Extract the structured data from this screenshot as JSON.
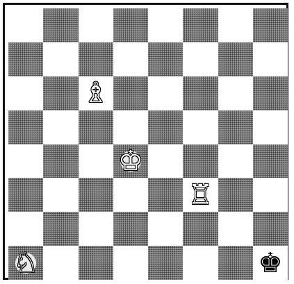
{
  "board": {
    "size": 8,
    "colors": {
      "light_square": "#ffffff",
      "dark_square": "#6f6f6f",
      "border": "#111111"
    },
    "pieces": [
      {
        "name": "white-bishop",
        "glyph": "♗",
        "color": "white",
        "row": 2,
        "col": 2,
        "icon": "bishop-icon"
      },
      {
        "name": "white-king",
        "glyph": "♔",
        "color": "white",
        "row": 4,
        "col": 3,
        "icon": "king-icon"
      },
      {
        "name": "white-rook",
        "glyph": "♖",
        "color": "white",
        "row": 5,
        "col": 5,
        "icon": "rook-icon"
      },
      {
        "name": "white-knight",
        "glyph": "♘",
        "color": "white",
        "row": 7,
        "col": 0,
        "icon": "knight-icon"
      },
      {
        "name": "black-king",
        "glyph": "♚",
        "color": "black",
        "row": 7,
        "col": 7,
        "icon": "king-icon"
      }
    ]
  }
}
